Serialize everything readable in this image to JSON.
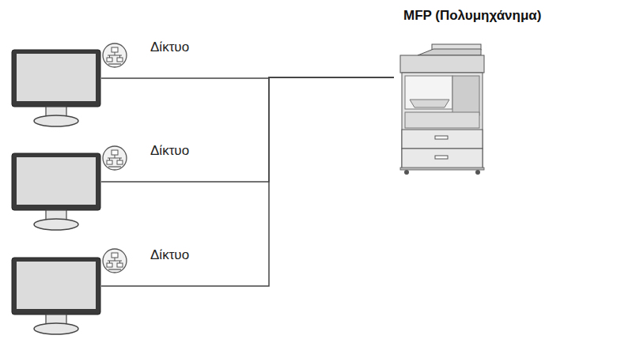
{
  "diagram": {
    "nodes": [
      {
        "text": [
          "Δίκτυο"
        ]
      },
      {
        "text": [
          "Δίκτυο"
        ]
      },
      {
        "text": [
          "Δίκτυο"
        ]
      },
      {
        "text": [
          "MFP (Πολυμηχάνημα)"
        ]
      }
    ],
    "edges": [
      {
        "from": 0,
        "to": 3,
        "arrow": "none"
      },
      {
        "from": 1,
        "to": 3,
        "arrow": "none"
      },
      {
        "from": 2,
        "to": 3,
        "arrow": "none"
      }
    ]
  }
}
